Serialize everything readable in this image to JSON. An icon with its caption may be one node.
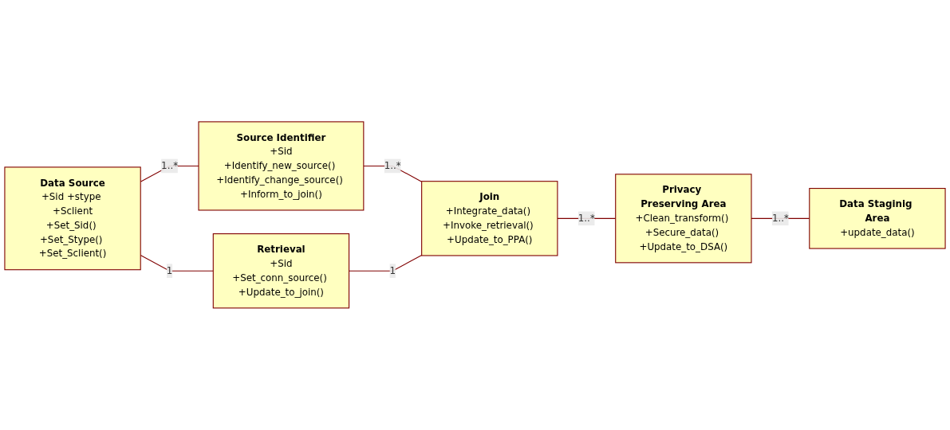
{
  "diagram": {
    "nodes": [
      {
        "text": [
          "Source Identifier",
          "+Sid",
          "+Identify_new_source() +Identify_change_source() +Inform_to_join()"
        ]
      },
      {
        "text": [
          "Privacy Preserving Area",
          "+Clean_transform() +Secure_data() +Update_to_DSA()"
        ]
      },
      {
        "text": [
          "Data Source",
          "+Sid +stype +Sclient",
          "+Set_Sid() +Set_Stype() +Set_Sclient()"
        ]
      },
      {
        "text": [
          "Join",
          "+Integrate_data() +Invoke_retrieval() +Update_to_PPA()"
        ]
      },
      {
        "text": [
          "Data Staginig Area",
          "+update_data()"
        ]
      },
      {
        "text": [
          "Retrieval",
          "+Sid",
          "+Set_conn_source() +Update_to_join()"
        ]
      }
    ],
    "edges": [
      {
        "from": 2,
        "to": 0,
        "arrow": "none",
        "label": "1..*"
      },
      {
        "from": 0,
        "to": 3,
        "arrow": "none",
        "label": "1..*"
      },
      {
        "from": 3,
        "to": 1,
        "arrow": "none",
        "label": "1..*"
      },
      {
        "from": 1,
        "to": 4,
        "arrow": "none",
        "label": "1..*"
      },
      {
        "from": 2,
        "to": 5,
        "arrow": "none",
        "label": "1"
      },
      {
        "from": 5,
        "to": 3,
        "arrow": "none",
        "label": "1"
      }
    ]
  }
}
